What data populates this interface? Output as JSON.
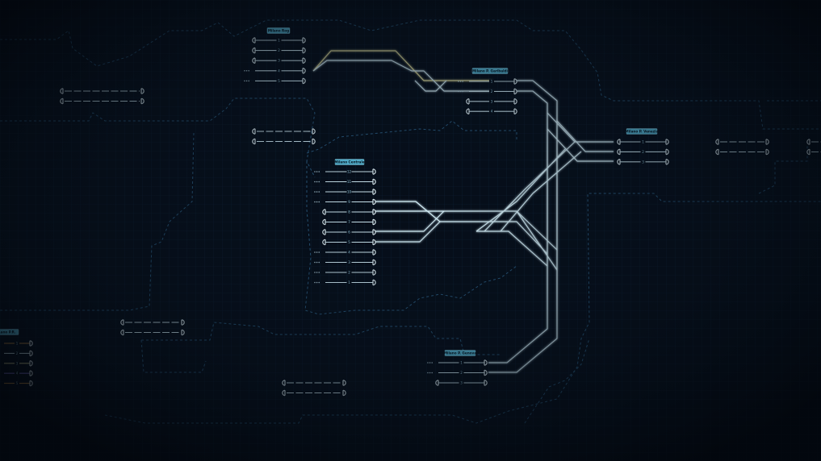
{
  "theme": {
    "background": "#050b14",
    "grid": "#0f2236",
    "district_outline": "#2a5a7e",
    "track": "#d8f2fb",
    "track_glow": "#5fd2f2",
    "tag_fill": "#5ec6e6",
    "buffer": "#e6f5fa",
    "accent_yellow": "#e8e3a0",
    "accent_purple": "#8c7ce6",
    "accent_orange": "#e8a44a"
  },
  "stations": [
    {
      "id": "milano-rog",
      "name": "Milano Rog",
      "platforms": [
        "1",
        "2",
        "3",
        "4",
        "5"
      ]
    },
    {
      "id": "milano-porta-garibaldi",
      "name": "Milano P. Garibaldi",
      "platforms": [
        "1",
        "2",
        "3",
        "4"
      ]
    },
    {
      "id": "milano-porta-venezia",
      "name": "Milano P. Venezia",
      "platforms": [
        "1",
        "2",
        "3"
      ]
    },
    {
      "id": "milano-centrale",
      "name": "Milano Centrale",
      "platforms": [
        "12",
        "11",
        "10",
        "9",
        "8",
        "7",
        "6",
        "5",
        "4",
        "3",
        "2",
        "1"
      ]
    },
    {
      "id": "milano-porta-genova",
      "name": "Milano P. Genova",
      "platforms": [
        "1",
        "2",
        "3"
      ]
    },
    {
      "id": "offscreen-left",
      "name": "…ano P.R.",
      "platforms": [
        "1",
        "2",
        "3",
        "4",
        "5"
      ]
    }
  ],
  "sidings_count": 8
}
